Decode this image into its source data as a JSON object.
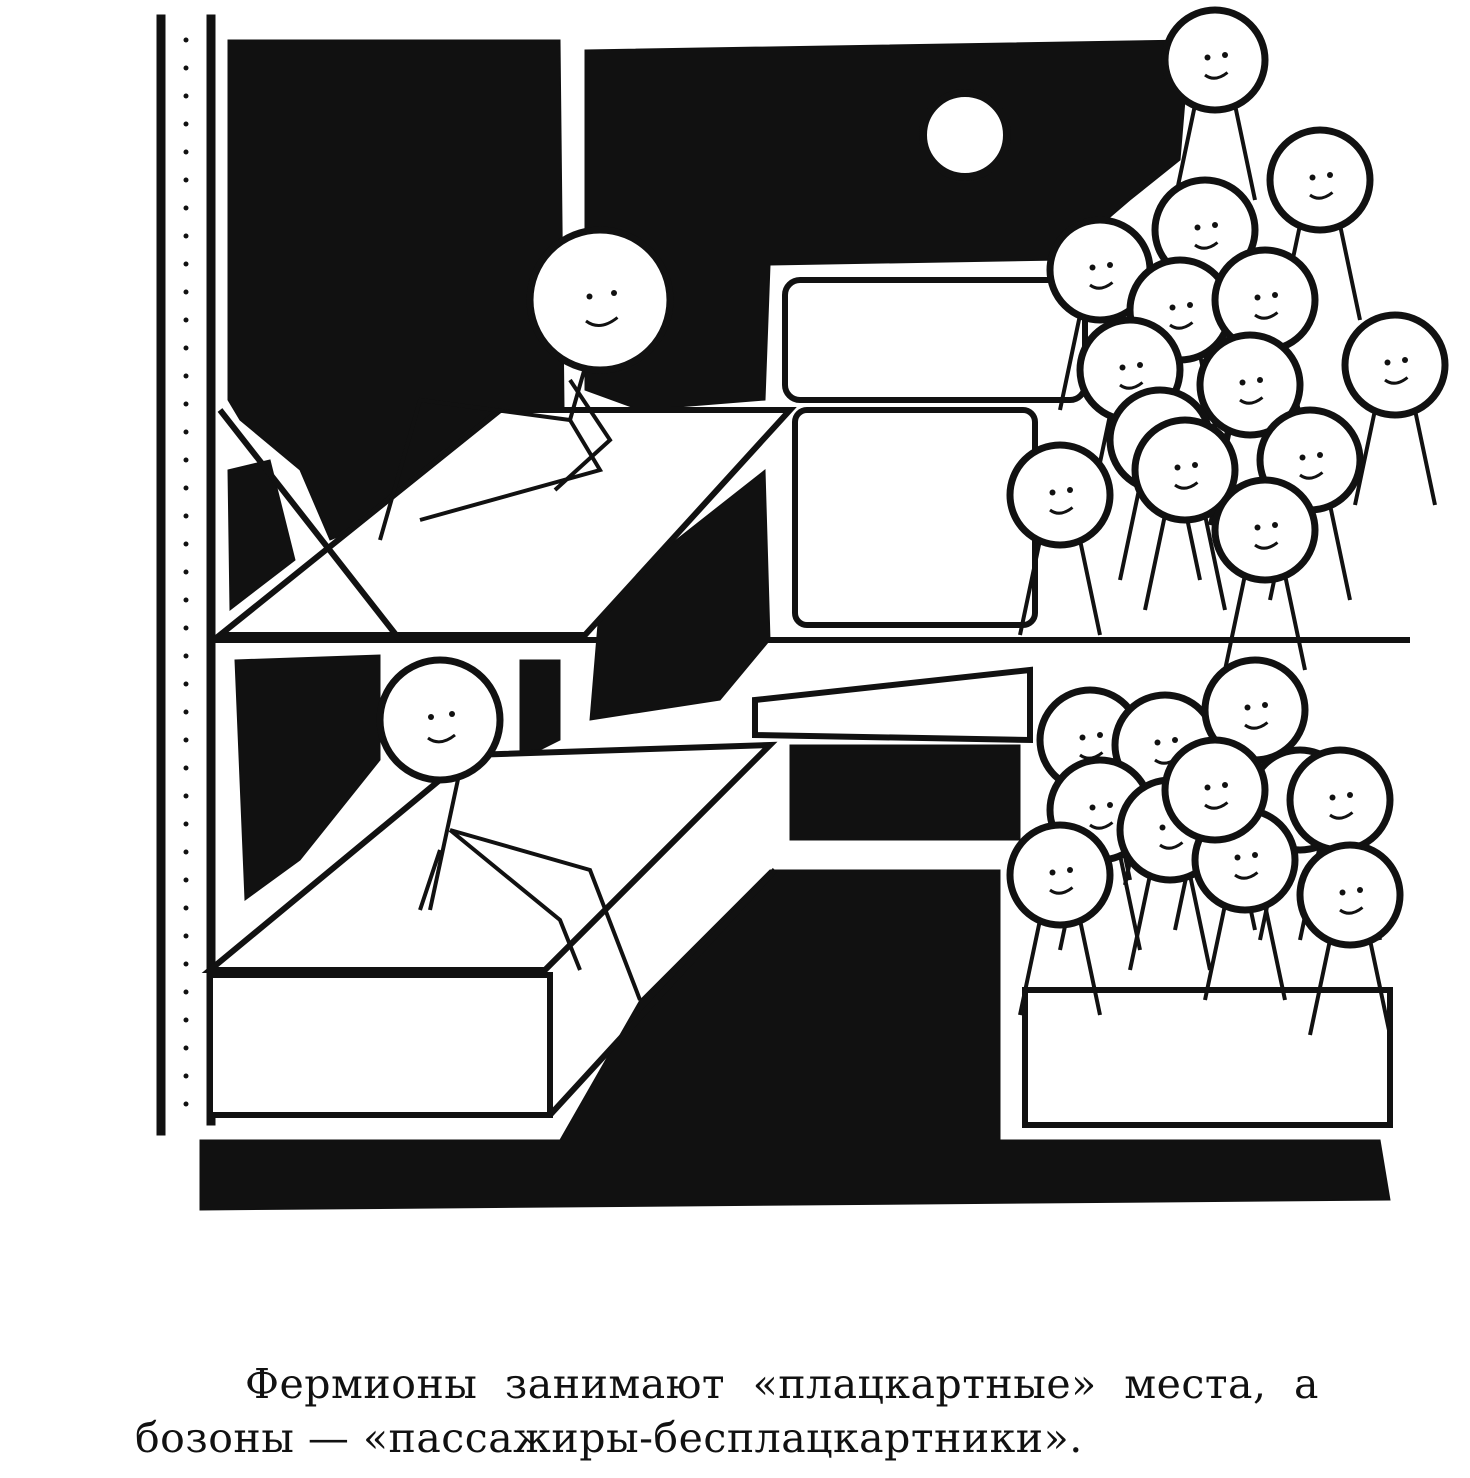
{
  "caption": {
    "line1": "Фермионы занимают «плацкартные» места, а",
    "line2": "бозоны — «пассажиры-бесплацкартники»."
  },
  "illustration": {
    "subject": "train-compartment-cartoon",
    "colors": {
      "ink": "#111111",
      "paper": "#ffffff"
    }
  }
}
